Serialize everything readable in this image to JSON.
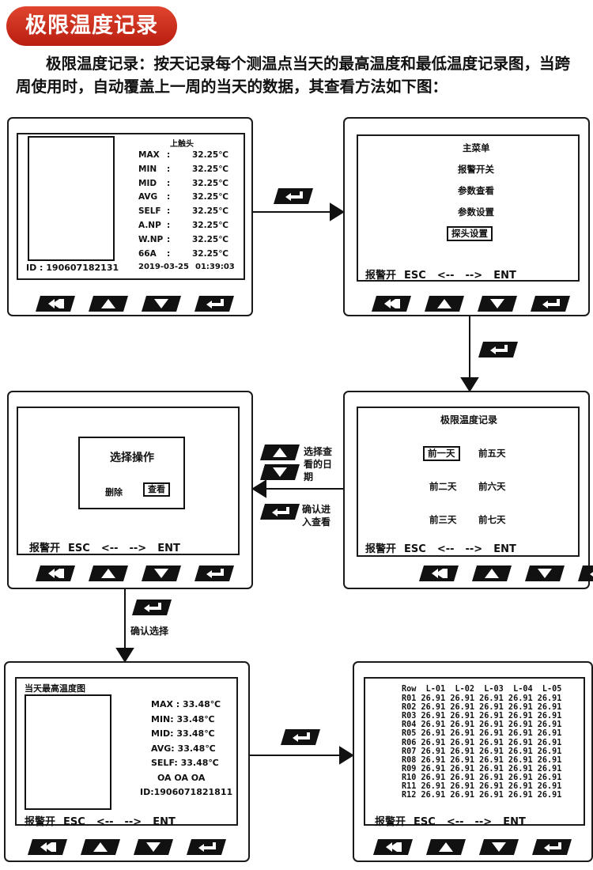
{
  "banner": "极限温度记录",
  "intro": "极限温度记录：按天记录每个测温点当天的最高温度和最低温度记录图，当跨周使用时，自动覆盖上一周的当天的数据，其查看方法如下图：",
  "softkeys": [
    "报警开",
    "ESC",
    "<--",
    "-->",
    "ENT"
  ],
  "screen1": {
    "title": "上触头",
    "rows": [
      {
        "k": "MAX",
        "sep": ":",
        "v": "32.25℃"
      },
      {
        "k": "MIN",
        "sep": ":",
        "v": "32.25℃"
      },
      {
        "k": "MID",
        "sep": ":",
        "v": "32.25℃"
      },
      {
        "k": "AVG",
        "sep": ":",
        "v": "32.25℃"
      },
      {
        "k": "SELF",
        "sep": ":",
        "v": "32.25℃"
      },
      {
        "k": "A.NP",
        "sep": ":",
        "v": "32.25℃"
      },
      {
        "k": "W.NP",
        "sep": ":",
        "v": "32.25℃"
      },
      {
        "k": "66A",
        "sep": ":",
        "v": "32.25℃"
      }
    ],
    "id": "ID : 190607182131",
    "date": "2019-03-25",
    "time": "01:39:03"
  },
  "screen2": {
    "items": [
      "主菜单",
      "报警开关",
      "参数查看",
      "参数设置",
      "探头设置"
    ],
    "selected": 4
  },
  "screen3": {
    "title": "极限温度记录",
    "days": [
      "前一天",
      "前五天",
      "前二天",
      "前六天",
      "前三天",
      "前七天"
    ],
    "selected": 0
  },
  "screen4": {
    "title": "选择操作",
    "delete": "删除",
    "view": "查看"
  },
  "screen5": {
    "title": "当天最高温度图",
    "rows": [
      "MAX : 33.48℃",
      "MIN:  33.48℃",
      "MID:  33.48℃",
      "AVG:  33.48℃",
      "SELF:  33.48℃",
      "OA  OA  OA",
      "ID:1906071821811"
    ]
  },
  "screen6": {
    "header": "Row  L-01  L-02  L-03  L-04  L-05",
    "rows": [
      "R01 26.91 26.91 26.91 26.91 26.91",
      "R02 26.91 26.91 26.91 26.91 26.91",
      "R03 26.91 26.91 26.91 26.91 26.91",
      "R04 26.91 26.91 26.91 26.91 26.91",
      "R05 26.91 26.91 26.91 26.91 26.91",
      "R06 26.91 26.91 26.91 26.91 26.91",
      "R07 26.91 26.91 26.91 26.91 26.91",
      "R08 26.91 26.91 26.91 26.91 26.91",
      "R09 26.91 26.91 26.91 26.91 26.91",
      "R10 26.91 26.91 26.91 26.91 26.91",
      "R11 26.91 26.91 26.91 26.91 26.91",
      "R12 26.91 26.91 26.91 26.91 26.91"
    ]
  },
  "labels": {
    "select_date": "选择查看的日期",
    "confirm_enter": "确认进入查看",
    "confirm_select": "确认选择"
  },
  "colors": {
    "banner": "#c8281a",
    "ink": "#1a1a1a"
  }
}
